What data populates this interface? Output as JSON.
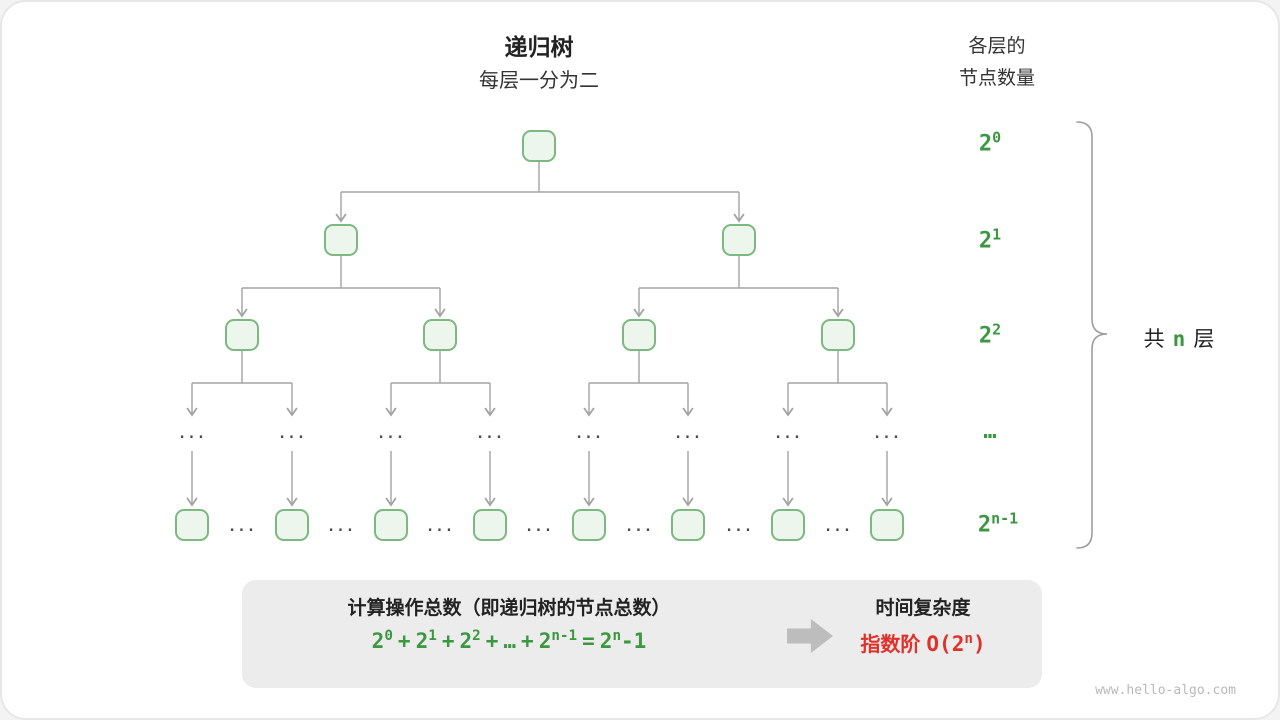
{
  "header": {
    "title": "递归树",
    "subtitle": "每层一分为二",
    "levels_label_line1": "各层的",
    "levels_label_line2": "节点数量"
  },
  "level_counts": {
    "l0": {
      "base": "2",
      "exp": "0"
    },
    "l1": {
      "base": "2",
      "exp": "1"
    },
    "l2": {
      "base": "2",
      "exp": "2"
    },
    "l3": {
      "text": "…"
    },
    "l4": {
      "base": "2",
      "exp": "n-1"
    }
  },
  "tree": {
    "node_ellipsis": "..."
  },
  "brace": {
    "prefix": "共",
    "var": "n",
    "suffix": "层"
  },
  "summary": {
    "ops_title": "计算操作总数（即递归树的节点总数）",
    "formula": {
      "t0_base": "2",
      "t0_exp": "0",
      "plus": "+",
      "t1_base": "2",
      "t1_exp": "1",
      "t2_base": "2",
      "t2_exp": "2",
      "dots": "…",
      "t3_base": "2",
      "t3_exp": "n-1",
      "equals": "=",
      "r_base": "2",
      "r_exp": "n",
      "r_tail": "-1"
    },
    "complexity_title": "时间复杂度",
    "complexity_name": "指数阶",
    "complexity_o": "O(2",
    "complexity_exp": "n",
    "complexity_close": ")"
  },
  "watermark": "www.hello-algo.com",
  "colors": {
    "node_border_green": "#7cb87f",
    "node_fill_green": "#ecf6ec",
    "text_green": "#3b9740",
    "text_red": "#e0312a",
    "connector_gray": "#a3a3a3",
    "summary_bg": "#ececec"
  }
}
